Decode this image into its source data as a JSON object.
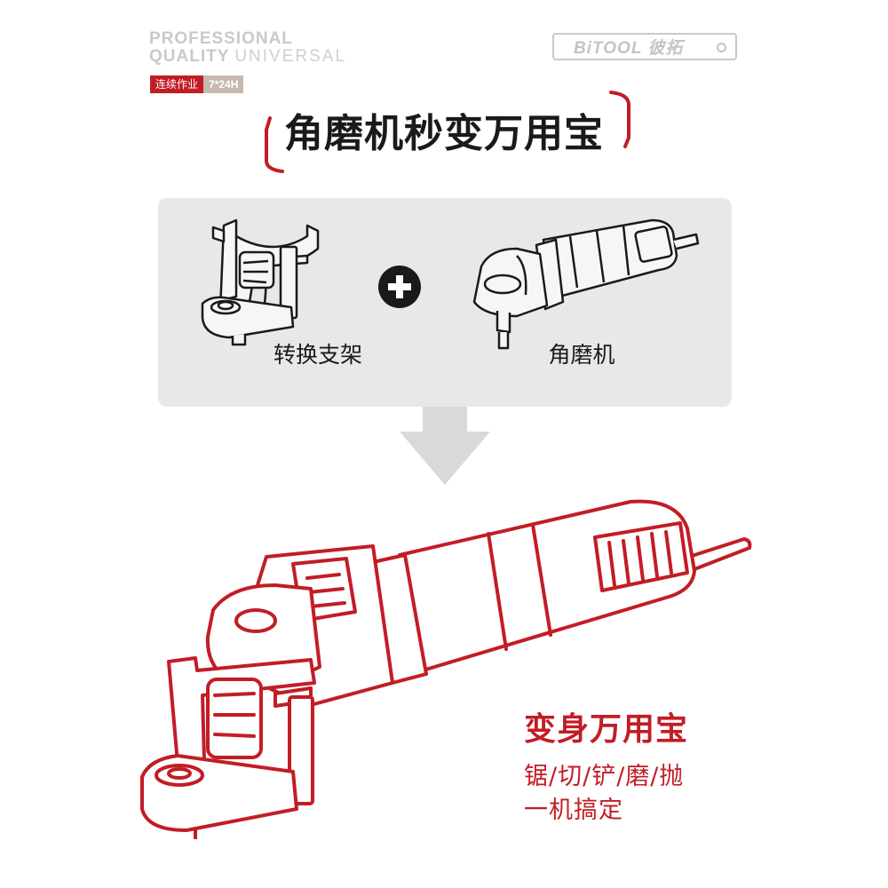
{
  "header": {
    "line1": "PROFESSIONAL",
    "line2_bold": "QUALITY",
    "line2_thin": "UNIVERSAL",
    "badge_label": "连续作业",
    "badge_value": "7*24H",
    "logo_text": "BiTOOL 彼拓"
  },
  "title": "角磨机秒变万用宝",
  "panel": {
    "left_label": "转换支架",
    "right_label": "角磨机"
  },
  "feature": {
    "heading": "变身万用宝",
    "line1": "锯/切/铲/磨/抛",
    "line2": "一机搞定"
  },
  "colors": {
    "accent": "#c21d25",
    "panel_bg": "#e8e8e8",
    "arrow": "#d9d9d9"
  }
}
